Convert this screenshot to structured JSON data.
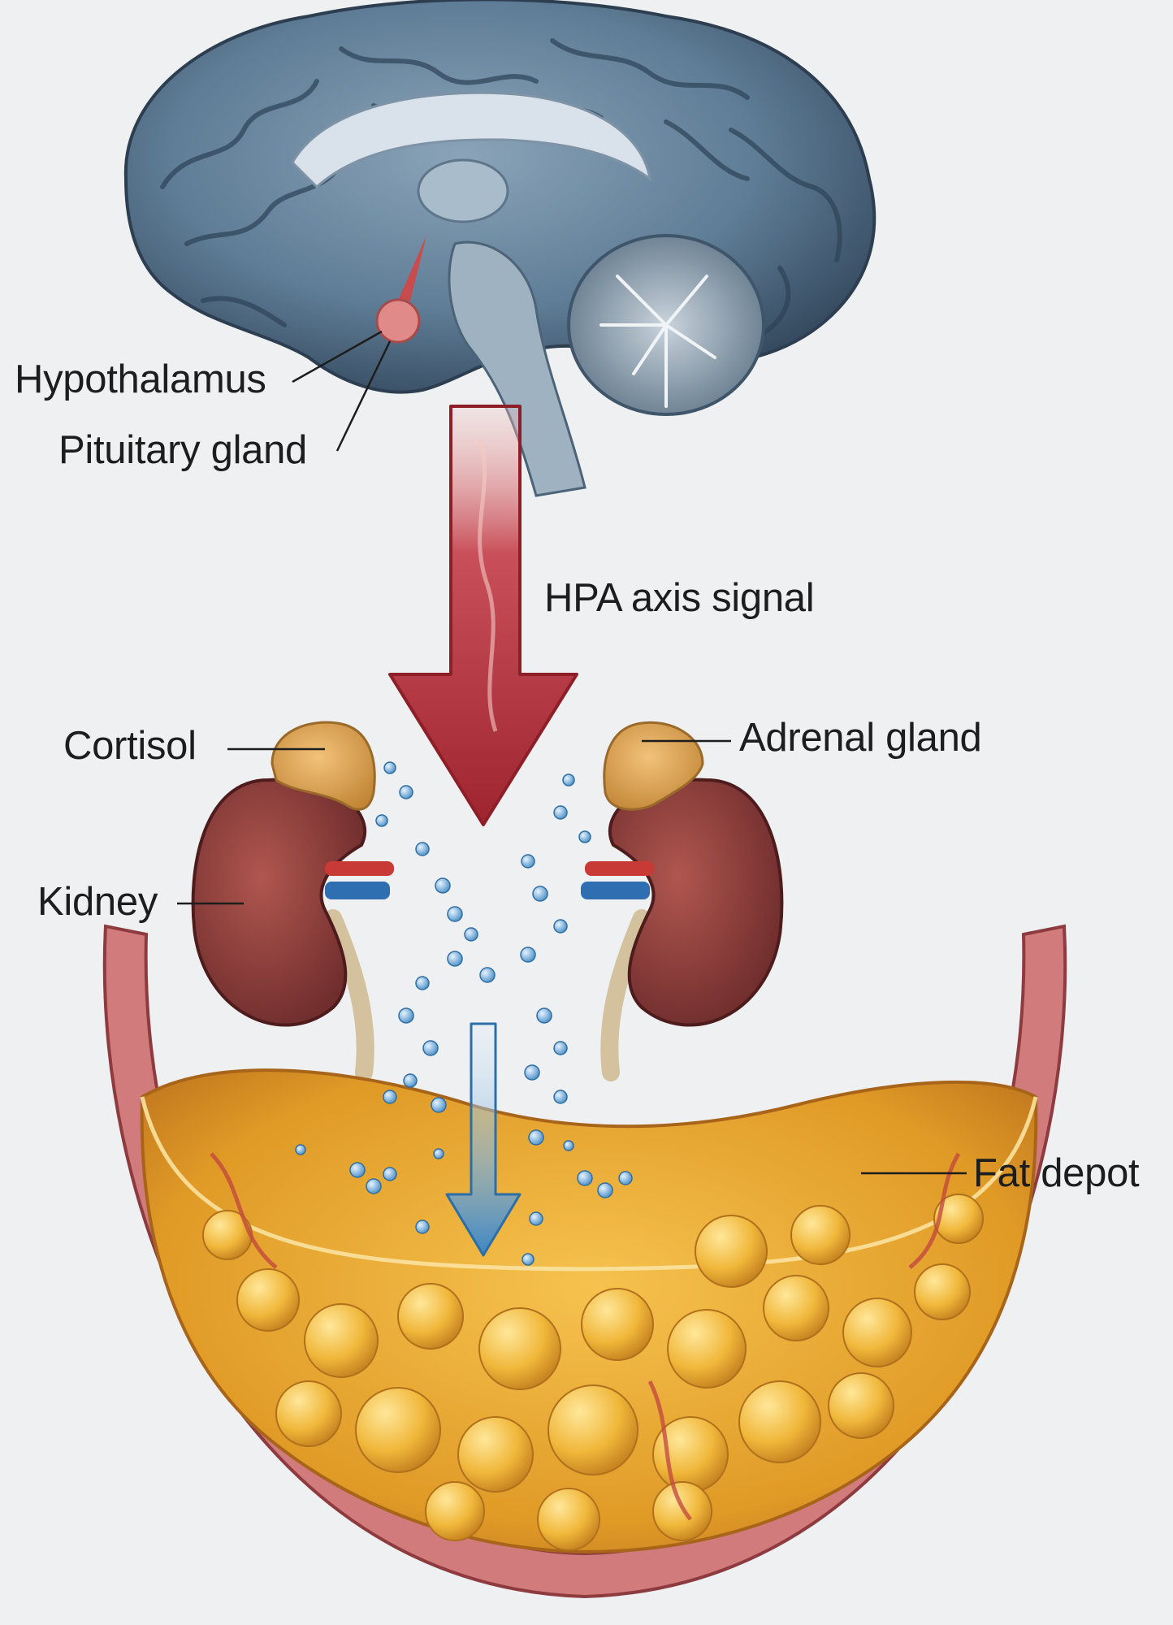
{
  "labels": {
    "hypothalamus": "Hypothalamus",
    "pituitary": "Pituitary gland",
    "hpa_signal": "HPA axis signal",
    "cortisol": "Cortisol",
    "adrenal": "Adrenal gland",
    "kidney": "Kidney",
    "fat_depot": "Fat depot"
  },
  "colors": {
    "background": "#eef0f2",
    "brain": "#5f7d96",
    "brain_dark": "#3f5a72",
    "signal_arrow": "#b5343d",
    "kidney": "#8a3b38",
    "adrenal": "#d9a24f",
    "cortisol_molecules": "#6fa8d8",
    "fat": "#e3a631",
    "fat_wall": "#c8646a"
  }
}
